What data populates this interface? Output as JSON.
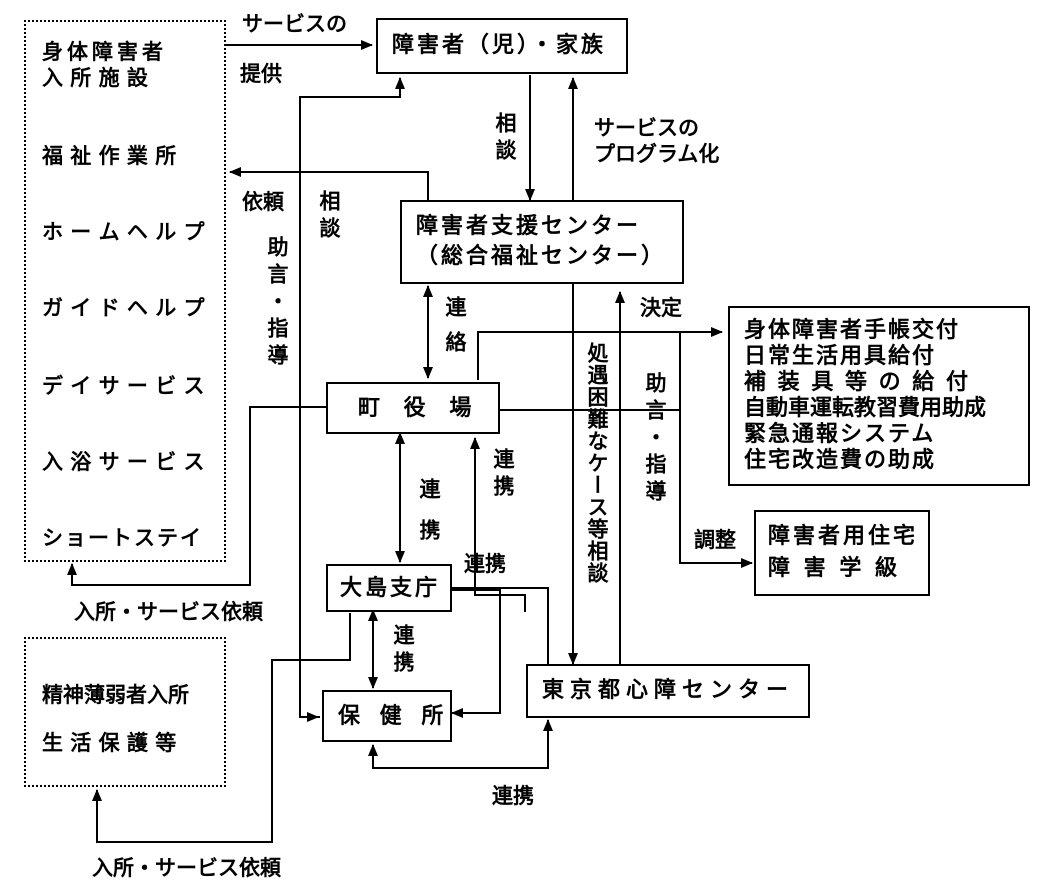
{
  "boxes": {
    "family": "障害者（児）・家族",
    "center_line1": "障害者支援センター",
    "center_line2": "（総合福祉センター）",
    "town_office": "町 役 場",
    "oshima": "大島支庁",
    "hokenjo": "保 健 所",
    "tokyo": "東京都心障センター",
    "housing_line1": "障害者用住宅",
    "housing_line2": "障 害 学 級"
  },
  "services_left": [
    "身体障害者",
    "入 所 施 設",
    "福 祉 作 業 所",
    "ホ ー ム ヘ ル プ",
    "ガ イ ド ヘ ル プ",
    "デ イ サ ー ビ ス",
    "入 浴 サ ー ビ ス",
    "ショートステイ"
  ],
  "services_left_bottom": [
    "精神薄弱者入所",
    "生 活 保 護 等"
  ],
  "services_right": [
    "身体障害者手帳交付",
    "日常生活用具給付",
    "補 装 具 等 の 給 付",
    "自動車運転教習費用助成",
    "緊急通報システム",
    "住宅改造費の助成"
  ],
  "labels": {
    "service_provide_1": "サービスの",
    "service_provide_2": "提供",
    "service_program_1": "サービスの",
    "service_program_2": "プログラム化",
    "request": "依頼",
    "consult_top": "相談",
    "consult_left": "相談",
    "advice_left": "助言・指導",
    "renraku": "連絡",
    "decision": "決定",
    "difficult_cases": "処遇困難なケース等相談",
    "advice_right": "助言・指導",
    "renkei_town_oshima": "連携",
    "renkei_town_hoken": "連携",
    "renkei_mid": "連携",
    "renkei_oshima_hoken": "連携",
    "renkei_bottom": "連携",
    "adjust": "調整",
    "request_service_1": "入所・サービス依頼",
    "request_service_2": "入所・サービス依頼"
  }
}
